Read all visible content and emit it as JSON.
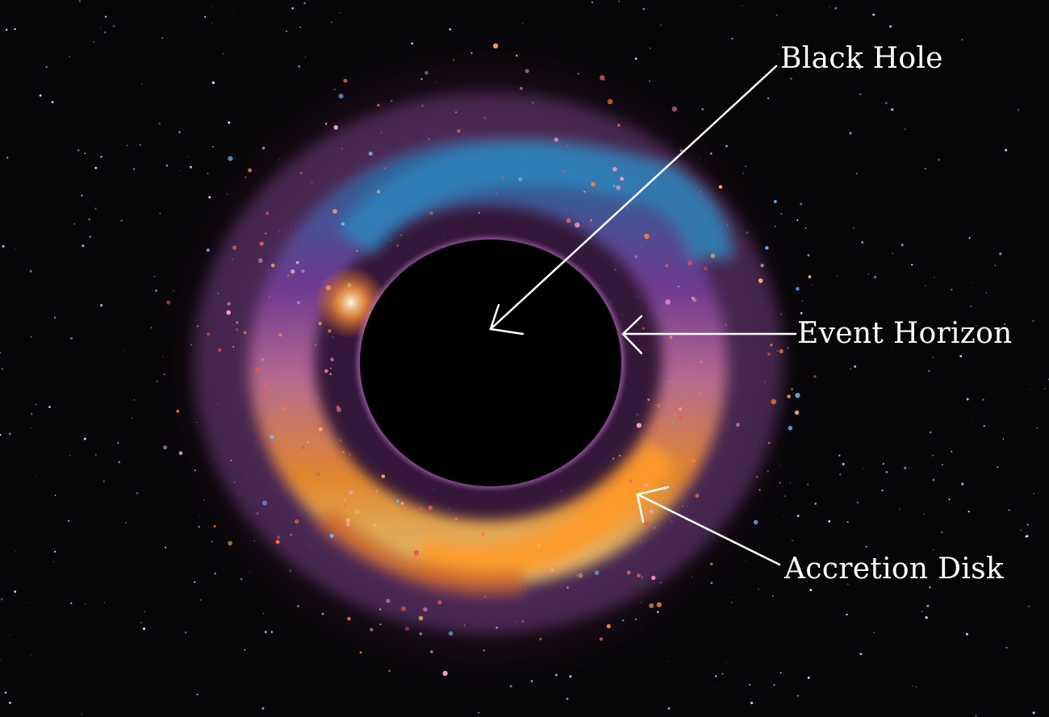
{
  "labels": {
    "black_hole": "Black Hole",
    "event_horizon": "Event Horizon",
    "accretion_disk": "Accretion Disk"
  },
  "colors": {
    "background": "#060608",
    "hole": "#000000",
    "disk_blue": "#2b6fa8",
    "disk_purple": "#7a3fa0",
    "disk_pink": "#d07aa0",
    "disk_orange": "#ff9a2a",
    "annotation": "#ffffff"
  }
}
